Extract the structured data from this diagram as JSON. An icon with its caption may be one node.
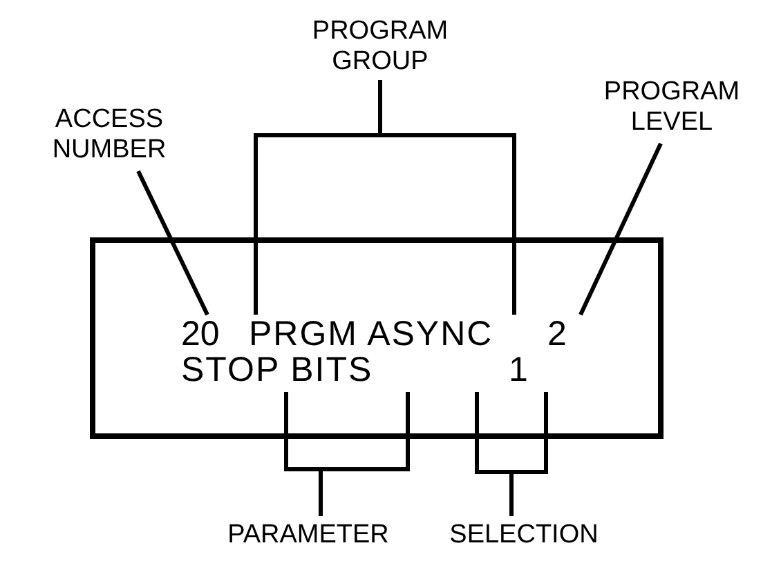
{
  "diagram": {
    "nodes": [
      {
        "text": [
          "PROGRAM GROUP"
        ]
      },
      {
        "text": [
          "ACCESS NUMBER"
        ]
      },
      {
        "text": [
          "PROGRAM LEVEL"
        ]
      },
      {
        "text": [],
        "shape": "box"
      },
      {
        "text": [
          "20"
        ],
        "in": 3
      },
      {
        "text": [
          "PRGM ASYNC"
        ],
        "in": 3
      },
      {
        "text": [
          "2"
        ],
        "in": 3
      },
      {
        "text": [
          "STOP BITS"
        ],
        "in": 3
      },
      {
        "text": [
          "1"
        ],
        "in": 3
      },
      {
        "text": [
          "PARAMETER"
        ]
      },
      {
        "text": [
          "SELECTION"
        ]
      }
    ],
    "edges": [
      {
        "from": 1,
        "to": 4,
        "arrow": "none"
      },
      {
        "from": 0,
        "to": 5,
        "arrow": "none"
      },
      {
        "from": 2,
        "to": 6,
        "arrow": "none"
      },
      {
        "from": 9,
        "to": 7,
        "arrow": "none"
      },
      {
        "from": 10,
        "to": 8,
        "arrow": "none"
      }
    ]
  }
}
